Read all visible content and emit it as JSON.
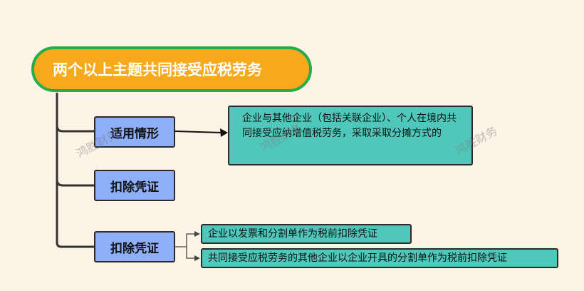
{
  "diagram": {
    "title": "两个以上主题共同接受应税劳务",
    "nodes": {
      "applicable": "适用情形",
      "deduction_1": "扣除凭证",
      "deduction_2": "扣除凭证"
    },
    "notes": {
      "applicable_desc": "企业与其他企业（包括关联企业）、个人在境内共同接受应纳增值税劳务，采取采取分摊方式的",
      "deduction_a": "企业以发票和分割单作为税前扣除凭证",
      "deduction_b": "共同接受应税劳务的其他企业以企业开具的分割单作为税前扣除凭证"
    },
    "watermark": "鸿胜财务"
  }
}
